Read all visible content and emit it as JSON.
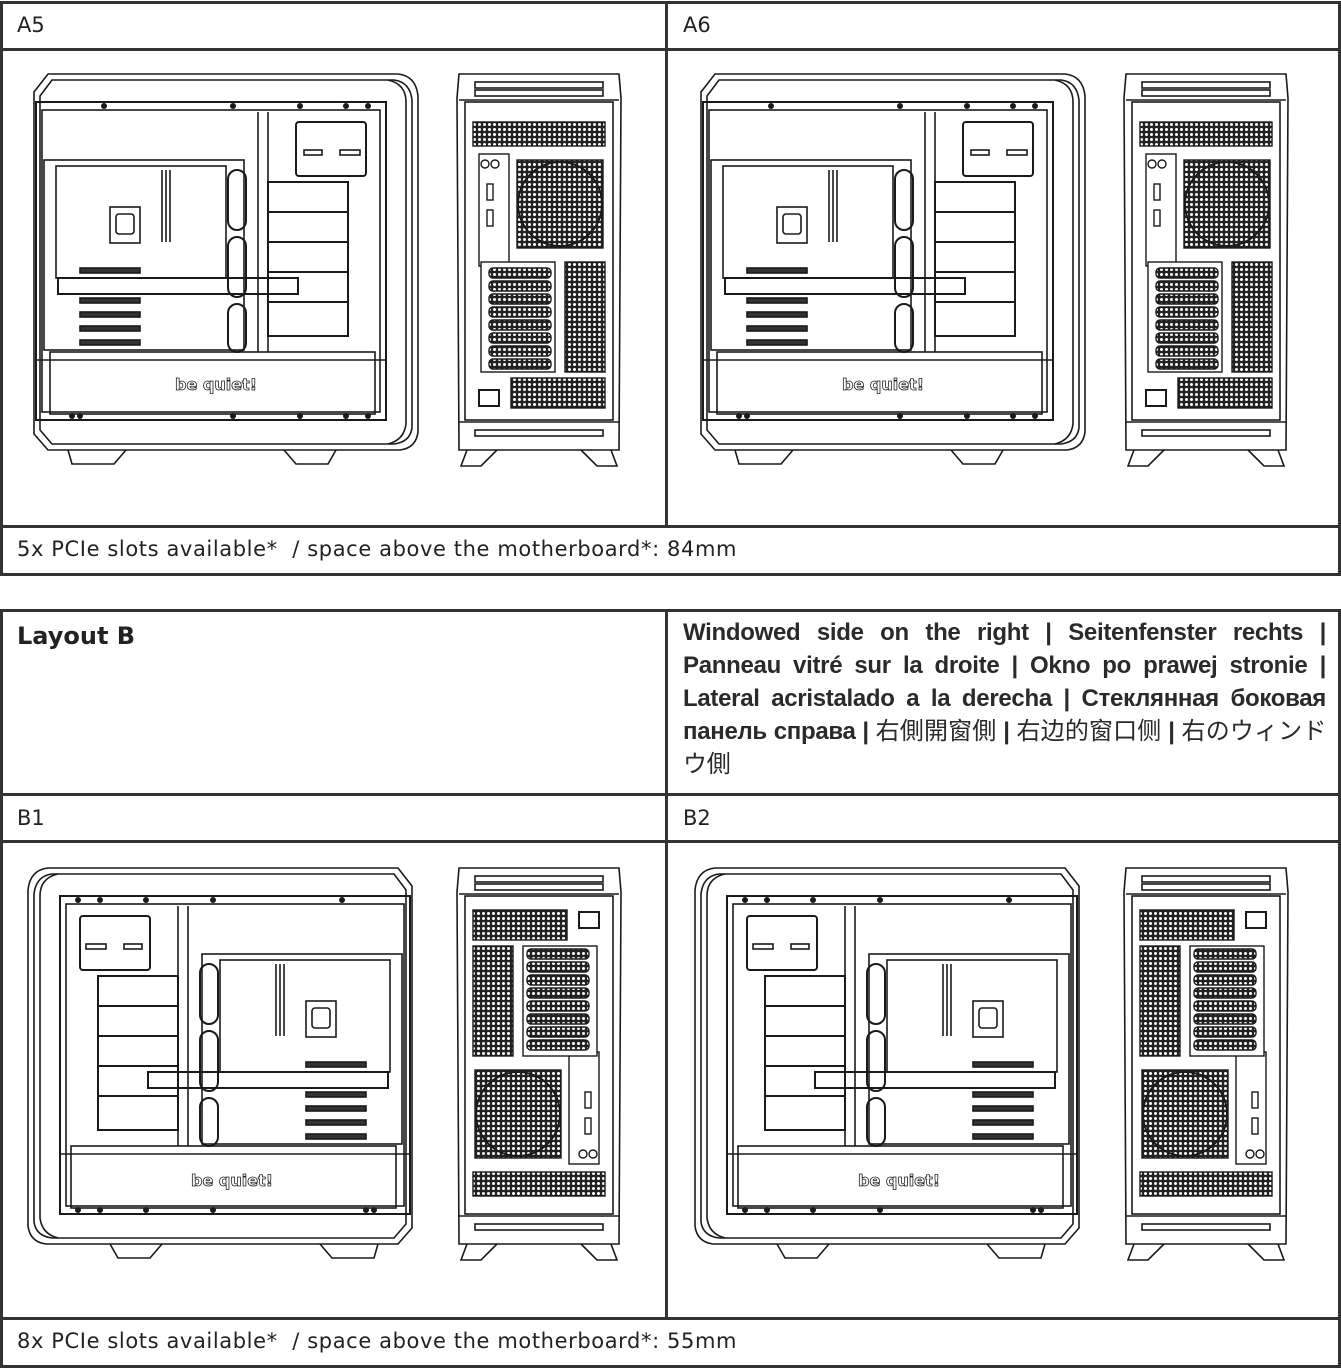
{
  "layout_a": {
    "panels": [
      {
        "label": "A5"
      },
      {
        "label": "A6"
      }
    ],
    "caption": "5x PCIe slots available*  / space above the motherboard*: 84mm"
  },
  "layout_b": {
    "title": "Layout B",
    "description": {
      "en": "Windowed side on the right",
      "sep1": " | ",
      "de": "Seitenfenster rechts",
      "sep2": " | ",
      "fr": "Panneau vitré sur la droite",
      "sep3": " | ",
      "pl": "Okno po prawej stronie",
      "sep4": " | ",
      "es": "Lateral acristalado a la derecha",
      "sep5": " | ",
      "ru": "Стеклянная боковая панель справа",
      "sep6": " | ",
      "zh_tw": "右側開窗側",
      "sep7": " | ",
      "zh_cn": "右边的窗口侧",
      "sep8": " | ",
      "ja": "右のウィンドウ側"
    },
    "panels": [
      {
        "label": "B1"
      },
      {
        "label": "B2"
      }
    ],
    "caption": "8x PCIe slots available*  / space above the motherboard*: 55mm"
  },
  "logo_text": "be quiet!",
  "colors": {
    "line": "#333333",
    "drawing": "#1a1a1a"
  }
}
